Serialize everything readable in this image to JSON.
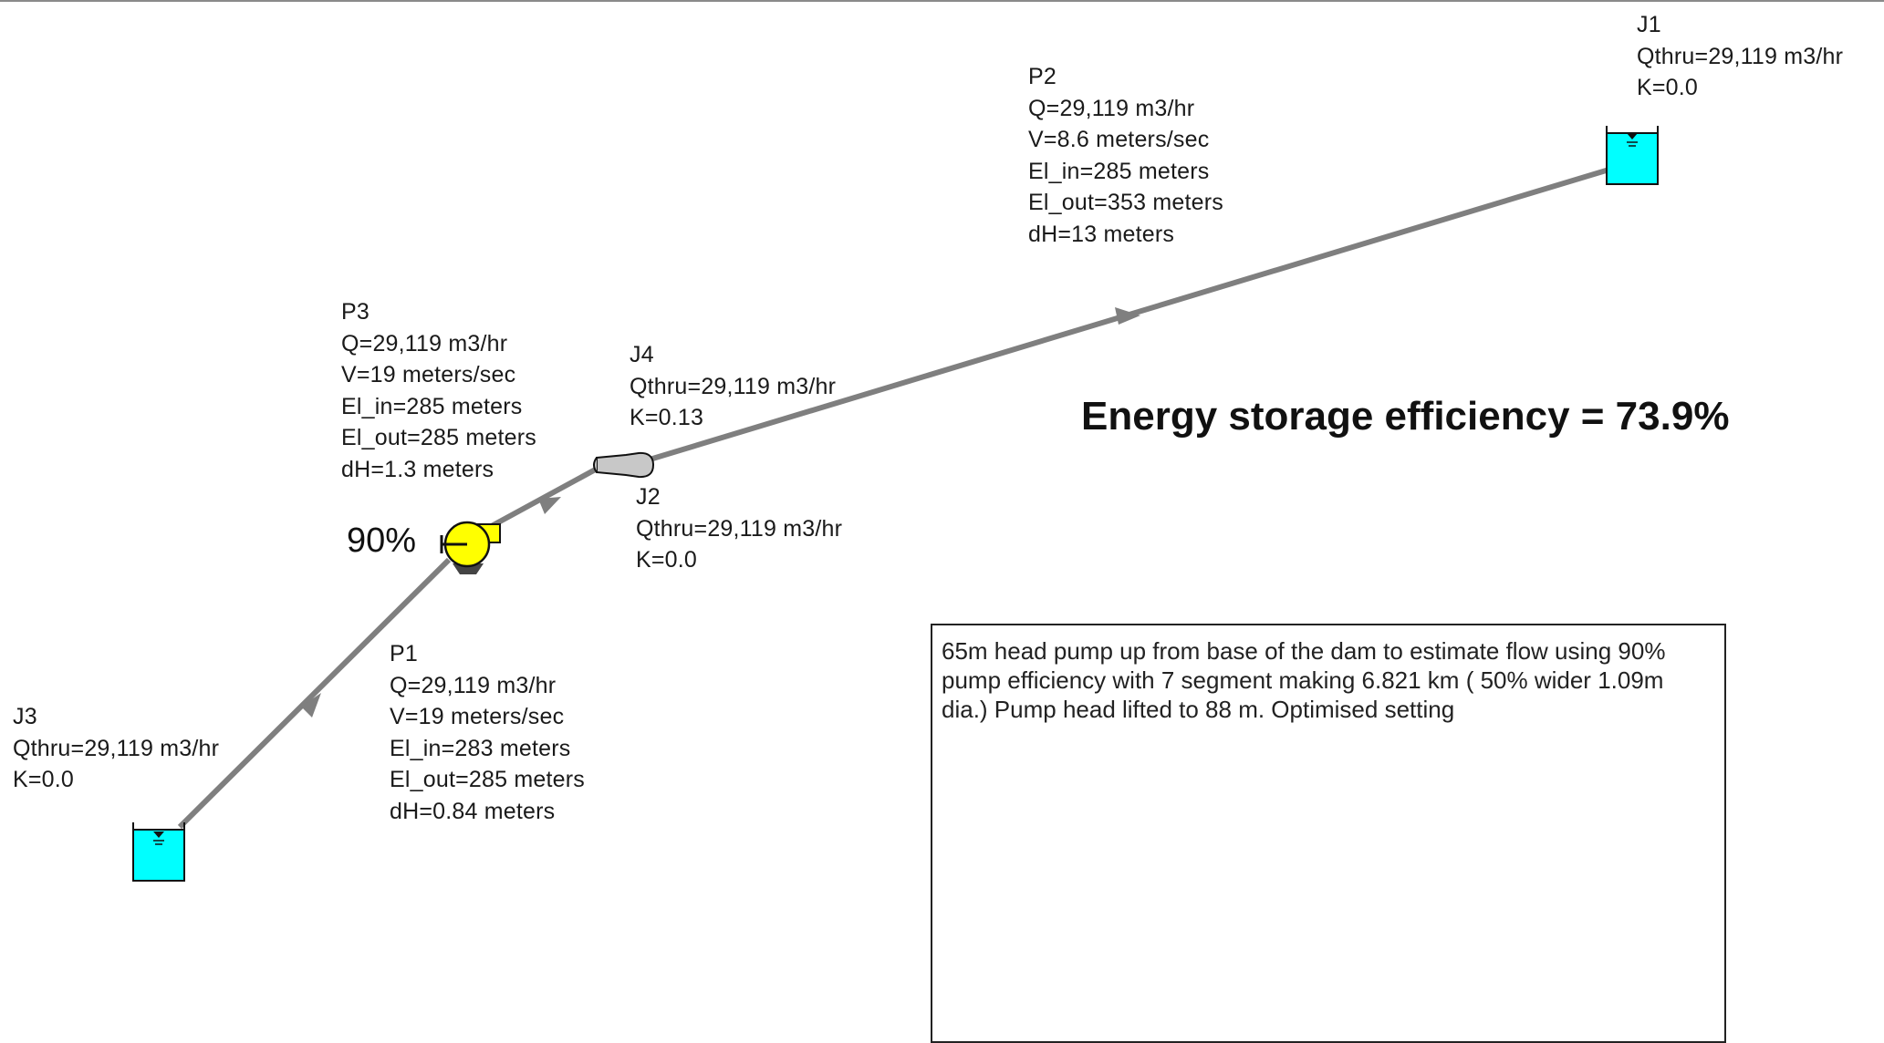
{
  "headline": "Energy storage efficiency = 73.9%",
  "pump_efficiency_label": "90%",
  "note": "65m head pump up from base of the dam to estimate flow using 90% pump efficiency with 7 segment making 6.821 km ( 50% wider 1.09m dia.) Pump head lifted to 88 m. Optimised setting",
  "junctions": {
    "J1": {
      "name": "J1",
      "qthru": "Qthru=29,119 m3/hr",
      "k": "K=0.0"
    },
    "J2": {
      "name": "J2",
      "qthru": "Qthru=29,119 m3/hr",
      "k": "K=0.0"
    },
    "J3": {
      "name": "J3",
      "qthru": "Qthru=29,119 m3/hr",
      "k": "K=0.0"
    },
    "J4": {
      "name": "J4",
      "qthru": "Qthru=29,119 m3/hr",
      "k": "K=0.13"
    }
  },
  "pipes": {
    "P1": {
      "name": "P1",
      "q": "Q=29,119 m3/hr",
      "v": "V=19 meters/sec",
      "el_in": "El_in=283 meters",
      "el_out": "El_out=285 meters",
      "dh": "dH=0.84 meters"
    },
    "P2": {
      "name": "P2",
      "q": "Q=29,119 m3/hr",
      "v": "V=8.6 meters/sec",
      "el_in": "El_in=285 meters",
      "el_out": "El_out=353 meters",
      "dh": "dH=13 meters"
    },
    "P3": {
      "name": "P3",
      "q": "Q=29,119 m3/hr",
      "v": "V=19 meters/sec",
      "el_in": "El_in=285 meters",
      "el_out": "El_out=285 meters",
      "dh": "dH=1.3 meters"
    }
  },
  "colors": {
    "pipe": "#7f7f7f",
    "reservoir": "#00ffff",
    "pump": "#ffff00",
    "fitting": "#c8c8c8"
  },
  "icons": [
    "reservoir-icon",
    "pump-icon",
    "fitting-icon",
    "flow-arrow-icon"
  ]
}
